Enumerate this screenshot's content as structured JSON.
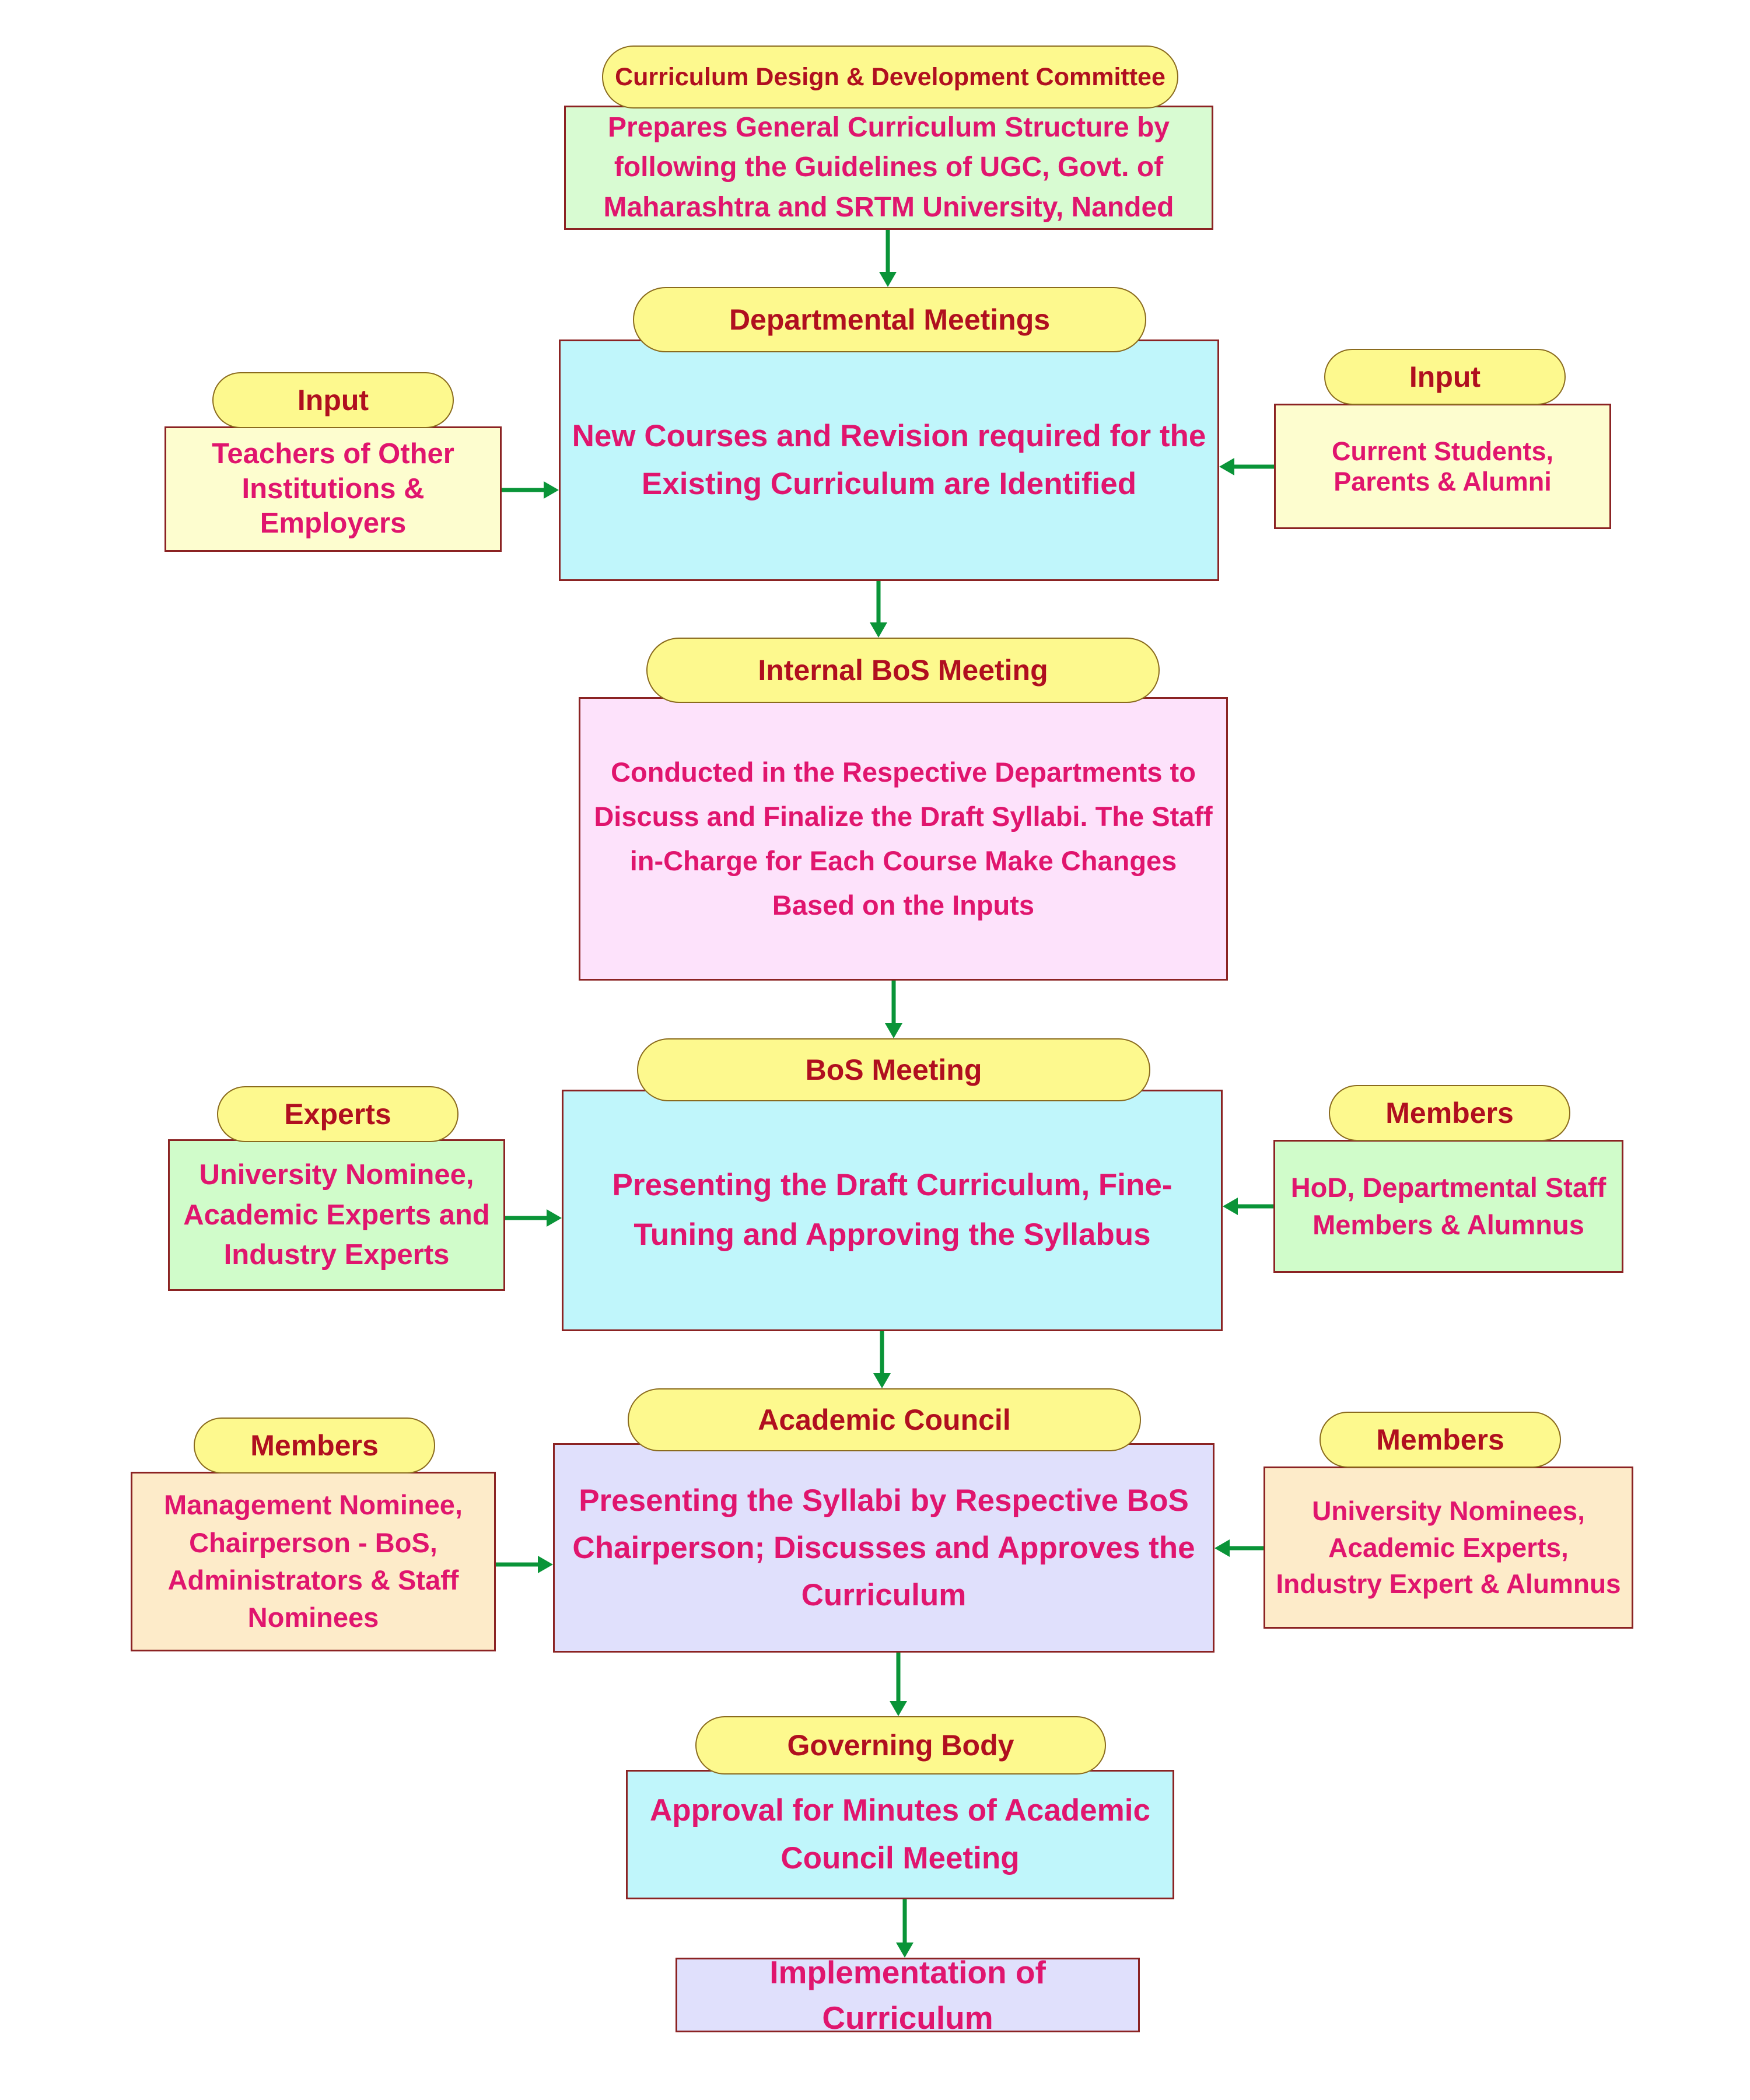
{
  "colors": {
    "pill_fill": "#fdf98e",
    "pill_text": "#b00f1f",
    "box_text": "#e0156e",
    "box_border": "#8b2323",
    "arrow": "#0a9438"
  },
  "nodes": {
    "ccdc": {
      "label": "Curriculum Design & Development Committee",
      "text": "Prepares General Curriculum Structure by following the Guidelines of UGC, Govt. of Maharashtra and SRTM University, Nanded"
    },
    "departmental": {
      "label": "Departmental Meetings",
      "text": "New Courses and Revision required for the Existing Curriculum are Identified"
    },
    "input_left": {
      "label": "Input",
      "text": "Teachers of Other Institutions & Employers"
    },
    "input_right": {
      "label": "Input",
      "text": "Current Students, Parents & Alumni"
    },
    "internal_bos": {
      "label": "Internal BoS Meeting",
      "text": "Conducted in the Respective Departments to Discuss and Finalize the Draft Syllabi. The Staff in-Charge for Each Course Make Changes Based on the Inputs"
    },
    "bos": {
      "label": "BoS Meeting",
      "text": "Presenting the Draft Curriculum, Fine-Tuning and Approving the Syllabus"
    },
    "experts": {
      "label": "Experts",
      "text": "University Nominee, Academic Experts and Industry Experts"
    },
    "bos_members": {
      "label": "Members",
      "text": "HoD, Departmental Staff Members & Alumnus"
    },
    "academic_council": {
      "label": "Academic Council",
      "text": "Presenting the Syllabi by Respective BoS Chairperson; Discusses and Approves the Curriculum"
    },
    "ac_members_left": {
      "label": "Members",
      "text": "Management Nominee, Chairperson - BoS, Administrators & Staff Nominees"
    },
    "ac_members_right": {
      "label": "Members",
      "text": "University Nominees, Academic Experts, Industry Expert & Alumnus"
    },
    "governing_body": {
      "label": "Governing Body",
      "text": "Approval for Minutes of Academic Council Meeting"
    },
    "implementation": {
      "text": "Implementation of Curriculum"
    }
  },
  "edges": [
    {
      "from": "ccdc",
      "to": "departmental"
    },
    {
      "from": "input_left",
      "to": "departmental"
    },
    {
      "from": "input_right",
      "to": "departmental"
    },
    {
      "from": "departmental",
      "to": "internal_bos"
    },
    {
      "from": "internal_bos",
      "to": "bos"
    },
    {
      "from": "experts",
      "to": "bos"
    },
    {
      "from": "bos_members",
      "to": "bos"
    },
    {
      "from": "bos",
      "to": "academic_council"
    },
    {
      "from": "ac_members_left",
      "to": "academic_council"
    },
    {
      "from": "ac_members_right",
      "to": "academic_council"
    },
    {
      "from": "academic_council",
      "to": "governing_body"
    },
    {
      "from": "governing_body",
      "to": "implementation"
    }
  ]
}
